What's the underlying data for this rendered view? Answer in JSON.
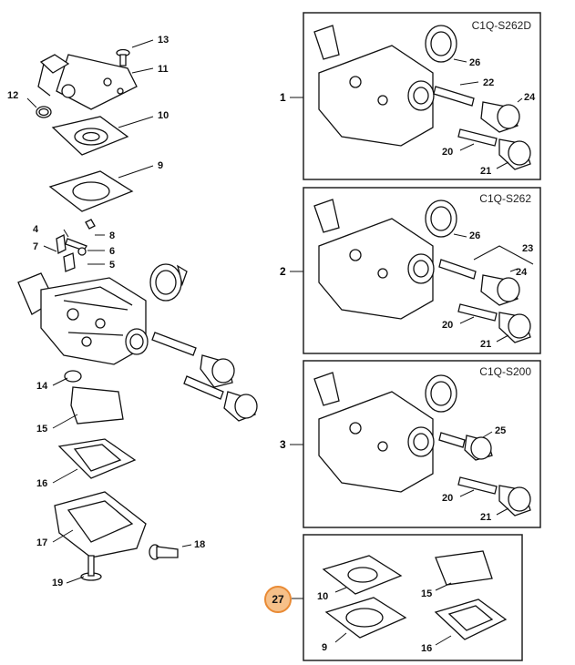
{
  "accent_color": "#e98a34",
  "left_assembly": {
    "callouts": [
      "13",
      "11",
      "12",
      "10",
      "9",
      "4",
      "8",
      "7",
      "6",
      "5",
      "14",
      "15",
      "16",
      "17",
      "18",
      "19"
    ]
  },
  "kits": [
    {
      "name": "1",
      "code": "C1Q-S262D",
      "callouts": [
        "26",
        "22",
        "24",
        "20",
        "21"
      ]
    },
    {
      "name": "2",
      "code": "C1Q-S262",
      "callouts": [
        "26",
        "23",
        "24",
        "20",
        "21"
      ]
    },
    {
      "name": "3",
      "code": "C1Q-S200",
      "callouts": [
        "25",
        "20",
        "21"
      ]
    }
  ],
  "gasket_kit": {
    "name": "27",
    "callouts": [
      "10",
      "15",
      "9",
      "16"
    ]
  }
}
